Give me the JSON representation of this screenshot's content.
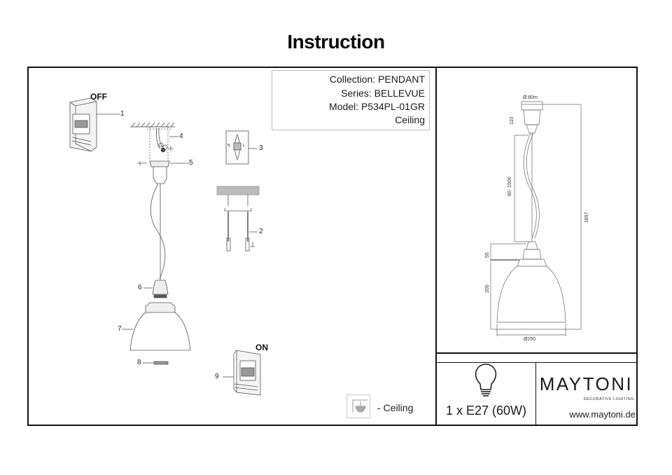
{
  "page": {
    "title": "Instruction"
  },
  "info": {
    "collection": "Collection: PENDANT",
    "series": "Series: BELLEVUE",
    "model": "Model: P534PL-01GR",
    "mount": "Ceiling"
  },
  "assembly": {
    "off_label": "OFF",
    "on_label": "ON",
    "callouts": [
      "1",
      "2",
      "3",
      "4",
      "5",
      "6",
      "7",
      "8",
      "9"
    ],
    "terminal_labels": {
      "neutral": "N",
      "live": "L"
    }
  },
  "mount_legend": {
    "icon": "ceiling-mount-icon",
    "label": "- Ceiling"
  },
  "dimensions": {
    "canopy_diameter": "Ø 80m",
    "canopy_height": "110",
    "cord_length": "60- 1500",
    "total_height": "1897",
    "socket_height": "55",
    "shade_height": "205",
    "shade_diameter": "Ø250"
  },
  "bulb": {
    "icon": "light-bulb-icon",
    "spec": "1 x E27 (60W)"
  },
  "brand": {
    "name": "MAYTONI",
    "tagline": "DECORATIVE LIGHTING",
    "website": "www.maytoni.de"
  }
}
